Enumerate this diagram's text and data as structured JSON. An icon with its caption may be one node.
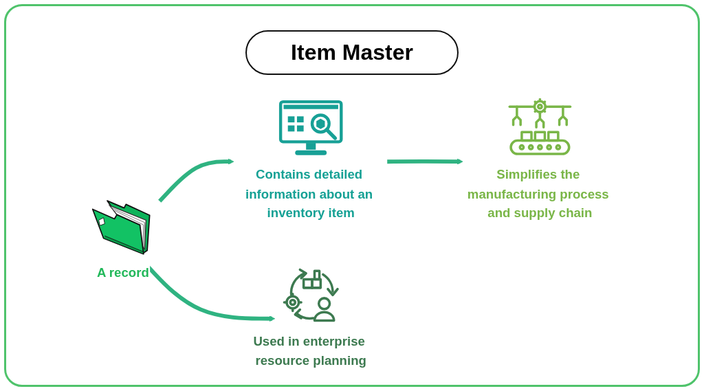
{
  "diagram": {
    "title": "Item Master",
    "nodes": [
      {
        "text": [
          "A record"
        ]
      },
      {
        "text": [
          "Contains detailed information about an inventory item"
        ]
      },
      {
        "text": [
          "Simplifies the manufacturing process and supply chain"
        ]
      },
      {
        "text": [
          "Used in enterprise resource planning"
        ]
      }
    ],
    "edges": [
      {
        "from": 0,
        "to": 1,
        "arrow": "to"
      },
      {
        "from": 1,
        "to": 2,
        "arrow": "to"
      },
      {
        "from": 0,
        "to": 3,
        "arrow": "to"
      }
    ]
  }
}
